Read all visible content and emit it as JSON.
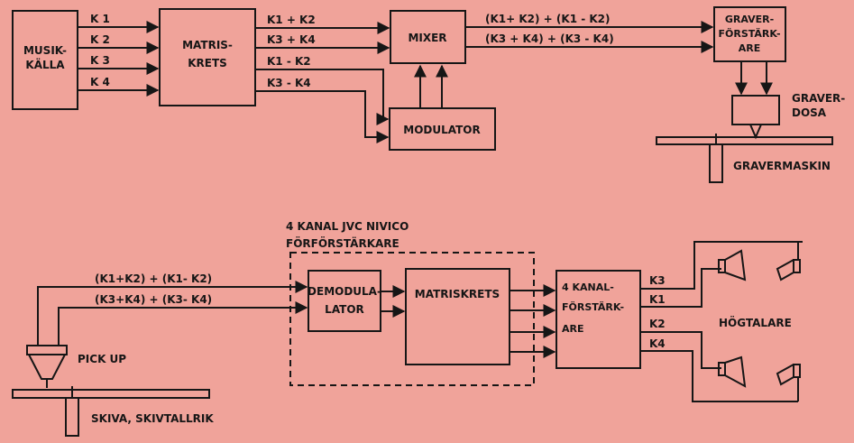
{
  "colors": {
    "background": "#f0a39a",
    "ink": "#161616"
  },
  "top": {
    "music_source": {
      "line1": "MUSIK-",
      "line2": "KÄLLA"
    },
    "matrix_circuit": {
      "line1": "MATRIS-",
      "line2": "KRETS"
    },
    "mixer": "MIXER",
    "modulator": "MODULATOR",
    "cutter_amp": {
      "line1": "GRAVER-",
      "line2": "FÖRSTÄRK-",
      "line3": "ARE"
    },
    "cutter_head": {
      "line1": "GRAVER-",
      "line2": "DOSA"
    },
    "cutting_machine": "GRAVERMASKIN",
    "channels": [
      "K 1",
      "K 2",
      "K 3",
      "K 4"
    ],
    "matrix_outputs": [
      "K1 + K2",
      "K3 + K4",
      "K1 - K2",
      "K3 - K4"
    ],
    "mixer_outputs": [
      "(K1+ K2) + (K1 - K2)",
      "(K3 + K4) + (K3 - K4)"
    ]
  },
  "bottom": {
    "preamp_title": {
      "line1": "4 KANAL JVC NIVICO",
      "line2": "FÖRFÖRSTÄRKARE"
    },
    "demodulator": {
      "line1": "DEMODULA-",
      "line2": "LATOR"
    },
    "matrix_circuit": "MATRISKRETS",
    "amp": {
      "line1": "4 KANAL-",
      "line2": "FÖRSTÄRK-",
      "line3": "ARE"
    },
    "pickup_signals": [
      "(K1+K2) + (K1- K2)",
      "(K3+K4) + (K3- K4)"
    ],
    "amp_outputs": [
      "K3",
      "K1",
      "K2",
      "K4"
    ],
    "speakers_label": "HÖGTALARE",
    "pickup_label": "PICK UP",
    "turntable_label": "SKIVA, SKIVTALLRIK"
  }
}
